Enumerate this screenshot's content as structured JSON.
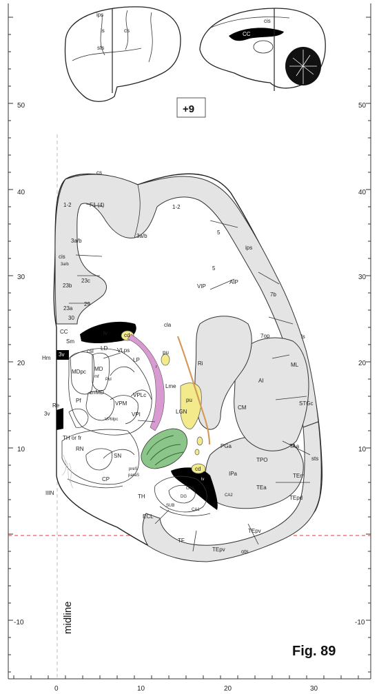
{
  "plate": {
    "section_label": "+9",
    "figure_label": "Fig. 89",
    "midline_label": "midline"
  },
  "axes": {
    "y_ticks": [
      "50",
      "40",
      "30",
      "20",
      "10",
      "-10"
    ],
    "x_ticks": [
      "0",
      "10",
      "20",
      "30"
    ]
  },
  "thumbnails": {
    "lateral": [
      "ips",
      "ls",
      "cs",
      "sts"
    ],
    "medial": [
      "cis",
      "CC"
    ]
  },
  "regions": {
    "cortex_upper": [
      "cs",
      "1-2",
      "F1 (4)",
      "3a/b",
      "1-2",
      "5",
      "3a/b",
      "ips",
      "5",
      "AIP",
      "VIP",
      "7b",
      "cis",
      "3a/b",
      "23b",
      "23c",
      "23a",
      "29",
      "30",
      "7op",
      "ls",
      "cla",
      "ML",
      "Ri",
      "AI",
      "CM",
      "STGc",
      "TAa",
      "sts",
      "TPO",
      "PGa",
      "TEm",
      "IPa",
      "TEa",
      "TEpd",
      "TEpv",
      "TF",
      "TEpv",
      "ots",
      "ECL",
      "TH"
    ],
    "subcortical": [
      "CC",
      "Sm",
      "Hm",
      "3v",
      "lv",
      "cd",
      "LD",
      "VLps",
      "csl",
      "LP",
      "MD",
      "MDpc",
      "mf",
      "Pul",
      "cnMD",
      "VPM",
      "VPLc",
      "VPMpc",
      "VPI",
      "Pf",
      "Re",
      "3v",
      "TH or fr",
      "RN",
      "SN",
      "CP",
      "IIIN",
      "pu",
      "pu",
      "Lme",
      "LGN",
      "preS",
      "paraS",
      "cd",
      "lv",
      "CA3",
      "CA2",
      "DG",
      "CA1",
      "SUB",
      "r"
    ]
  }
}
